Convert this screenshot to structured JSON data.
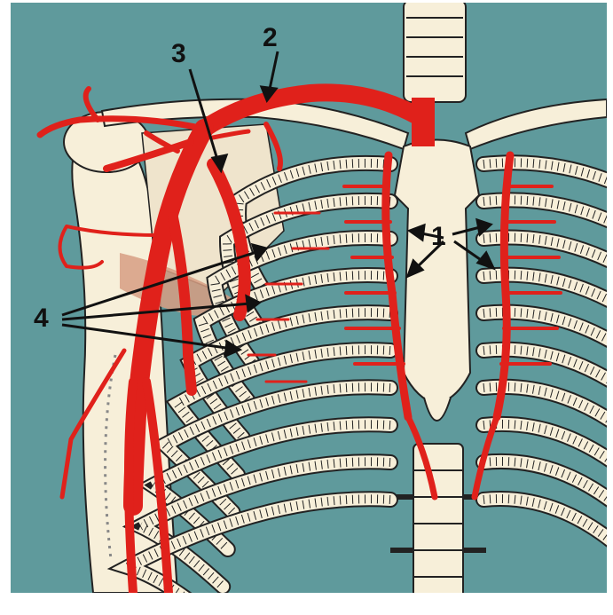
{
  "colors": {
    "background": "#5f9a9c",
    "bone": "#f7efd9",
    "outline": "#222222",
    "artery": "#e0211b",
    "muscle_tint": "#d79d83",
    "frame": "#ffffff"
  },
  "labels": {
    "one": "1",
    "two": "2",
    "three": "3",
    "four": "4"
  }
}
